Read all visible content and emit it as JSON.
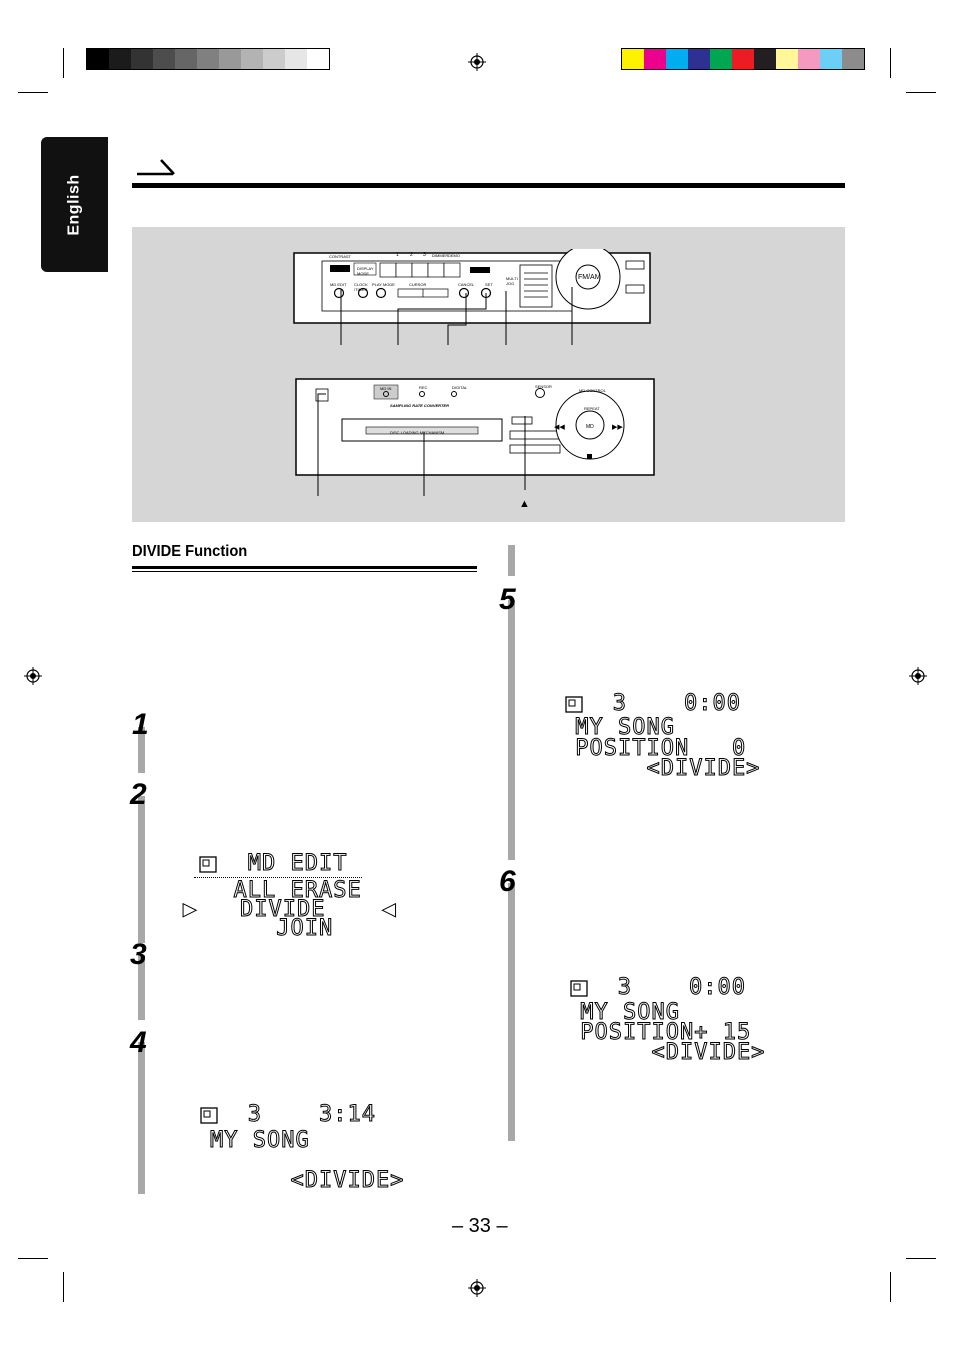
{
  "side_tab": {
    "label": "English"
  },
  "section": {
    "title": "DIVIDE Function"
  },
  "page_number": "– 33 –",
  "steps": [
    "1",
    "2",
    "3",
    "4",
    "5",
    "6"
  ],
  "device_labels": {
    "contrast": "CONTRAST",
    "presets": [
      "1",
      "2",
      "3"
    ],
    "dimmer": "DIMMER",
    "demo": "DEMO",
    "display_mode": "DISPLAY MODE",
    "clock_timer": "CLOCK /TIMER",
    "md_edit": "MD EDIT",
    "play_mode": "PLAY MODE",
    "cursor": "CURSOR",
    "cancel": "CANCEL",
    "set": "SET",
    "multi_jog": "MULTI JOG",
    "fm_am": "FM/AM",
    "md_in": "MD IN",
    "rec": "REC",
    "digital": "DIGITAL",
    "sensor": "SENSOR",
    "sampling": "SAMPLING RATE CONVERTER",
    "disc_loading": "DISC LOADING MECHANISM",
    "md_control": "MD CONTROL",
    "repeat": "REPEAT",
    "md_play": "MD",
    "eject_symbol": "▲"
  },
  "lcd_displays": {
    "step2": [
      "   MD EDIT",
      "  ALL ERASE",
      "▶   DIVIDE    ◀",
      "     JOIN"
    ],
    "step4": [
      "   3    3:14",
      "MY SONG",
      "",
      "      <DIVIDE>"
    ],
    "step5": [
      "   3    0:00",
      " MY SONG",
      " POSITION   0",
      "      <DIVIDE>"
    ],
    "step6": [
      "   3    0:00",
      " MY SONG",
      " POSITION+ 15",
      "      <DIVIDE>"
    ]
  },
  "colors": {
    "gray_bar": [
      "#000000",
      "#1b1b1b",
      "#333333",
      "#4d4d4d",
      "#666666",
      "#808080",
      "#999999",
      "#b3b3b3",
      "#cccccc",
      "#e6e6e6",
      "#ffffff"
    ],
    "color_bar": [
      "#fff200",
      "#ec008c",
      "#00aeef",
      "#2e3192",
      "#00a651",
      "#ed1c24",
      "#231f20",
      "#fff799",
      "#f49ac1",
      "#6dcff6",
      "#8c8c8c"
    ],
    "panel_bg": "#d6d6d6",
    "step_bar": "#a8a8a8"
  }
}
